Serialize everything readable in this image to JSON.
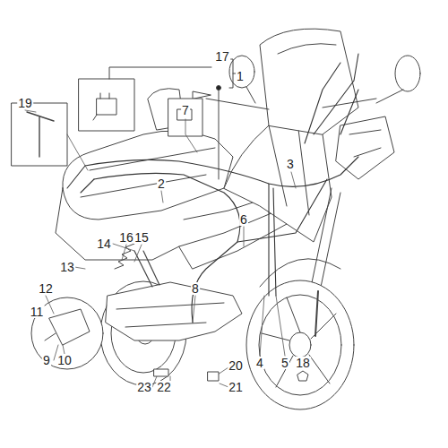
{
  "diagram": {
    "labels": [
      "17",
      "1",
      "7",
      "19",
      "2",
      "3",
      "6",
      "14",
      "16",
      "15",
      "13",
      "12",
      "11",
      "8",
      "4",
      "5",
      "18",
      "9",
      "10",
      "20",
      "21",
      "23",
      "22"
    ]
  }
}
